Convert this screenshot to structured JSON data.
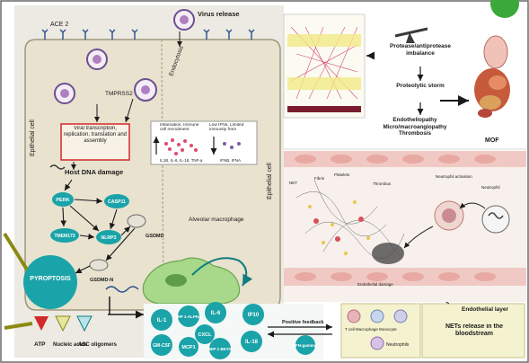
{
  "labels": {
    "ace2": "ACE 2",
    "virus_release": "Virus release",
    "tmprss2": "TMPRSS2",
    "endocytosis": "Endocytosis",
    "viral_process": "Viral transcription, replication, translation and assembly",
    "inflam_title": "Inflamation, Immune cell recruitment",
    "inflam_cytokines": "IL1B, IL-6, IL-18, TNF-a",
    "low_ifn": "Low IFNs, Limited immunity from",
    "ifn_vals": "IFNB, IFNA",
    "host_dna": "Host DNA damage",
    "epithelial_left": "Epithelial cell",
    "epithelial_right": "Epithelial cell",
    "alveolar": "Alveolar macrophage",
    "protease": "Protease/antiprotease imbalance",
    "proteolytic": "Proteolytic storm",
    "endothelio": "Endotheliopathy Micro/macroangiopathy Thrombosis",
    "mof": "MOF",
    "vessel_top_text": "Neutrophil activation",
    "neutrophil_lbl": "Neutrophil",
    "net_lbl": "NET",
    "fibrin_lbl": "Fibrin",
    "thrombus_lbl": "Thrombus",
    "platelets_lbl": "Platelets",
    "endo_damage": "Endothelial damage",
    "endothelial_layer": "Endothelial layer",
    "nets_release": "NETs release in the bloodstream",
    "pos_feedback": "Positive feedback",
    "cells_caption": "T cell  Macrophage  Monocyte",
    "neutrophils": "Neutrophils",
    "atp": "ATP",
    "nucleic": "Nucleic acids",
    "asc": "ASC oligomers"
  },
  "nodes": {
    "perk": "PERK",
    "casp11": "CASP11",
    "tmem": "TMEM173",
    "nlrp3": "NLRP3",
    "gsdmd": "GSDMD",
    "gsdmdn": "GSDMD-N",
    "pyroptosis": "PYROPTOSIS",
    "il1": "IL-1",
    "mip1": "MIP 1-ALPHA",
    "il6": "IL-6",
    "cxcl": "CXCL",
    "gmcsf": "GM-CSF",
    "mcp1": "MCP1",
    "mip1b": "MIP 1-BETA",
    "ip10": "IP10",
    "il18": "IL-18",
    "ifng": "IFN-gamma"
  },
  "colors": {
    "cell_fill": "#e8e2cf",
    "teal": "#1aa3a8",
    "teal_dark": "#0f7c80",
    "red_box": "#d22a2a",
    "vessel": "#f1c9c4",
    "olive": "#8a8a12",
    "cream_box": "#f5f2d0"
  }
}
